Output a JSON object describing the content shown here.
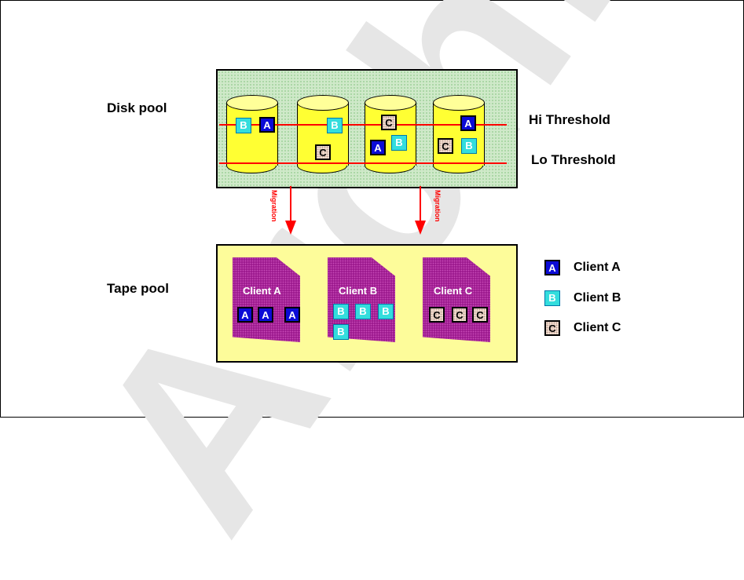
{
  "watermark": "Archive",
  "labels": {
    "disk_pool": "Disk pool",
    "tape_pool": "Tape pool",
    "hi_threshold": "Hi Threshold",
    "lo_threshold": "Lo Threshold",
    "migration": "Migration"
  },
  "letters": {
    "a": "A",
    "b": "B",
    "c": "C"
  },
  "tapes": [
    {
      "name": "Client A"
    },
    {
      "name": "Client B"
    },
    {
      "name": "Client C"
    }
  ],
  "legend": [
    {
      "letter": "A",
      "label": "Client A"
    },
    {
      "letter": "B",
      "label": "Client B"
    },
    {
      "letter": "C",
      "label": "Client C"
    }
  ],
  "colors": {
    "client_a": "#0b0bd6",
    "client_b": "#33dddd",
    "client_c": "#f2dccf",
    "threshold_line": "#ff0000",
    "disk_pool_bg": "#cfe9c9",
    "tape_pool_bg": "#fdfc9a",
    "disk": "#ffff33",
    "tape": "#9d1b8f"
  }
}
